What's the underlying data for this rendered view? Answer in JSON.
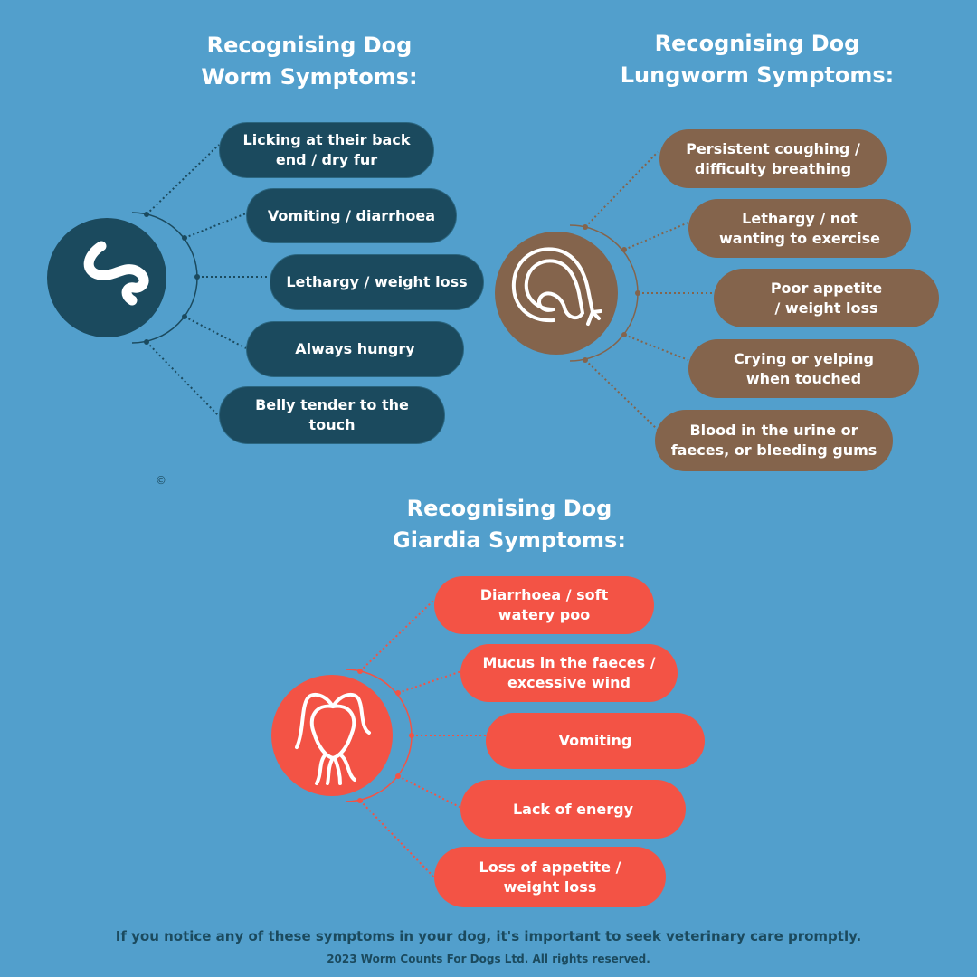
{
  "colors": {
    "background": "#529fcc",
    "worm": "#1b4a5e",
    "lungworm": "#84644c",
    "giardia": "#f35345"
  },
  "worm": {
    "title_line1": "Recognising Dog",
    "title_line2": "Worm Symptoms:",
    "icon": "worm-icon",
    "symptoms": [
      "Licking at their back end / dry fur",
      "Vomiting / diarrhoea",
      "Lethargy / weight loss",
      "Always hungry",
      "Belly tender to the touch"
    ]
  },
  "lungworm": {
    "title_line1": "Recognising Dog",
    "title_line2": "Lungworm Symptoms:",
    "icon": "lungworm-icon",
    "symptoms": [
      "Persistent coughing / difficulty breathing",
      "Lethargy / not wanting to exercise",
      "Poor appetite / weight loss",
      "Crying or yelping when touched",
      "Blood in the urine or faeces, or bleeding gums"
    ]
  },
  "giardia": {
    "title_line1": "Recognising Dog",
    "title_line2": "Giardia Symptoms:",
    "icon": "giardia-icon",
    "symptoms": [
      "Diarrhoea / soft watery poo",
      "Mucus in the faeces / excessive wind",
      "Vomiting",
      "Lack of energy",
      "Loss of appetite / weight loss"
    ]
  },
  "copyright_symbol": "©",
  "footer": {
    "advice": "If you notice any of these symptoms in your dog, it's important to seek veterinary care promptly.",
    "rights": "2023 Worm Counts For Dogs Ltd. All rights reserved."
  }
}
